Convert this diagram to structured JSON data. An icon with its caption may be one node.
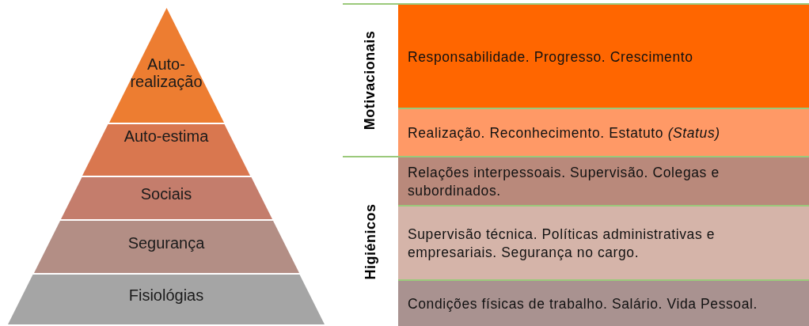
{
  "diagram": {
    "nodes": [
      {
        "text": [
          "Auto-realização"
        ]
      },
      {
        "text": [
          "Auto-estima"
        ]
      },
      {
        "text": [
          "Sociais"
        ]
      },
      {
        "text": [
          "Segurança"
        ]
      },
      {
        "text": [
          "Fisiológias"
        ]
      },
      {
        "text": [
          "Responsabilidade. Progresso. Crescimento"
        ]
      },
      {
        "text": [
          "Realização. Reconhecimento. Estatuto *(Status)*"
        ]
      },
      {
        "text": [
          "Relações interpessoais. Supervisão. Colegas e subordinados."
        ]
      },
      {
        "text": [
          "Supervisão técnica. Políticas administrativas e empresariais. Segurança no cargo."
        ]
      },
      {
        "text": [
          "Condições físicas de trabalho. Salário. Vida Pessoal."
        ]
      }
    ],
    "edges": [],
    "labels": [
      "Motivacionais",
      "Higiénicos"
    ]
  }
}
